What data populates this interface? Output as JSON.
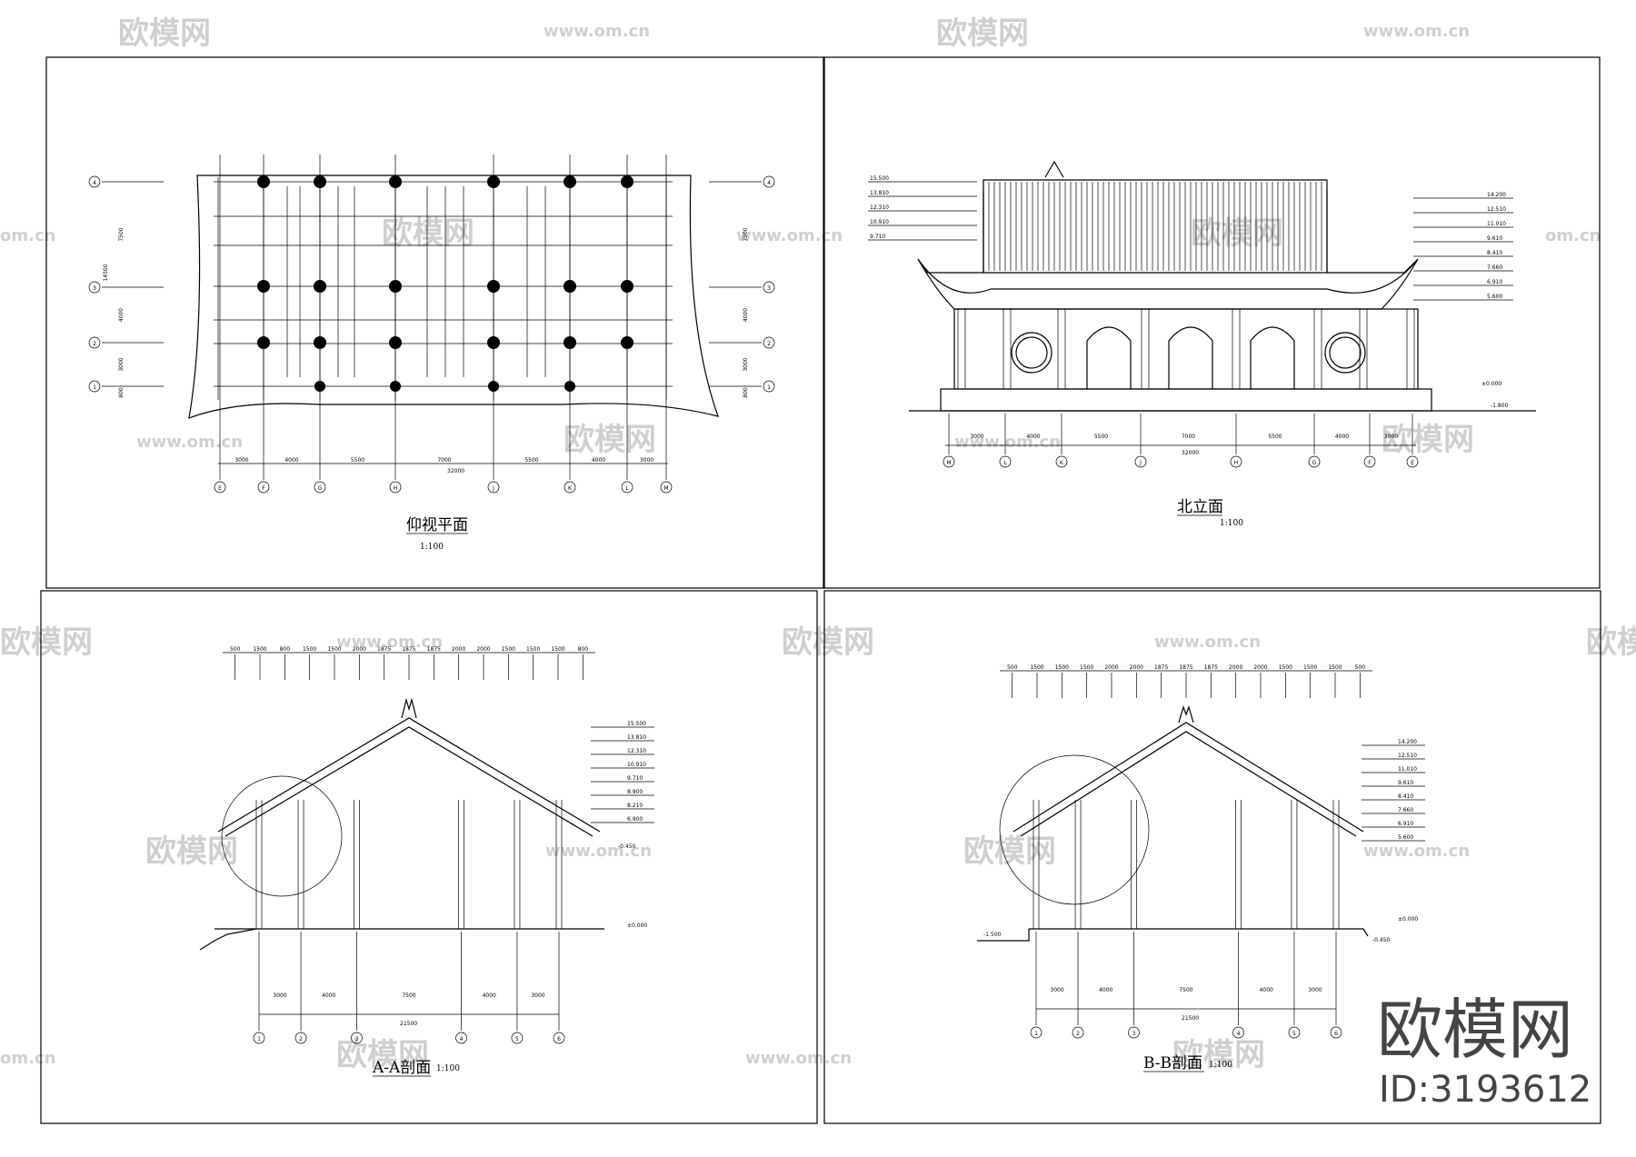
{
  "watermark": {
    "brand": "欧模网",
    "url": "www.om.cn",
    "url_cut": "om.cn"
  },
  "panels": {
    "plan": {
      "title": "仰视平面",
      "scale": "1:100",
      "axes_bottom": [
        "E",
        "F",
        "G",
        "H",
        "J",
        "K",
        "L",
        "M"
      ],
      "axes_side": [
        "4",
        "3",
        "2",
        "1"
      ],
      "dims_bottom": [
        "3000",
        "4000",
        "5500",
        "7000",
        "5500",
        "4000",
        "3000"
      ],
      "total": "32000",
      "dims_side": [
        "7500",
        "4000",
        "3000",
        "800"
      ],
      "side_total": "14500"
    },
    "north": {
      "title": "北立面",
      "scale": "1:100",
      "axes_bottom": [
        "M",
        "L",
        "K",
        "J",
        "H",
        "G",
        "F",
        "E"
      ],
      "dims_bottom": [
        "3000",
        "4000",
        "5500",
        "7000",
        "5500",
        "4000",
        "3000"
      ],
      "total": "32000",
      "levels_left": [
        "15.500",
        "13.810",
        "12.310",
        "10.910",
        "9.710"
      ],
      "levels_right": [
        "14.200",
        "12.510",
        "11.010",
        "9.610",
        "8.410",
        "7.660",
        "6.910",
        "5.600"
      ],
      "ground": "±0.000",
      "below": "-1.800"
    },
    "aa": {
      "title": "A-A剖面",
      "scale": "1:100",
      "axes_bottom": [
        "1",
        "2",
        "3",
        "4",
        "5",
        "6"
      ],
      "dims_bottom": [
        "3000",
        "4000",
        "7500",
        "4000",
        "3000"
      ],
      "total": "21500",
      "dims_top": [
        "500",
        "1500",
        "800",
        "1500",
        "1500",
        "2000",
        "1875",
        "1875",
        "1875",
        "2000",
        "2000",
        "1500",
        "1500",
        "1500",
        "800"
      ],
      "levels": [
        "15.500",
        "13.810",
        "12.310",
        "10.910",
        "9.710",
        "8.900",
        "8.210",
        "6.900"
      ],
      "ground": "±0.000",
      "below": "-0.450"
    },
    "bb": {
      "title": "B-B剖面",
      "scale": "1:100",
      "axes_bottom": [
        "1",
        "2",
        "3",
        "4",
        "5",
        "6"
      ],
      "dims_bottom": [
        "3000",
        "4000",
        "7500",
        "4000",
        "3000"
      ],
      "total": "21500",
      "dims_top": [
        "500",
        "1500",
        "1500",
        "1500",
        "2000",
        "2000",
        "1875",
        "1875",
        "1875",
        "2000",
        "2000",
        "1500",
        "1500",
        "1500",
        "500"
      ],
      "levels": [
        "14.200",
        "12.510",
        "11.010",
        "9.610",
        "8.410",
        "7.660",
        "6.910",
        "5.600"
      ],
      "ground": "±0.000",
      "below_left": "-1.500",
      "below_right": "-0.450"
    }
  },
  "brand_block": {
    "logo_text": "欧模网",
    "id_text": "ID:3193612"
  }
}
